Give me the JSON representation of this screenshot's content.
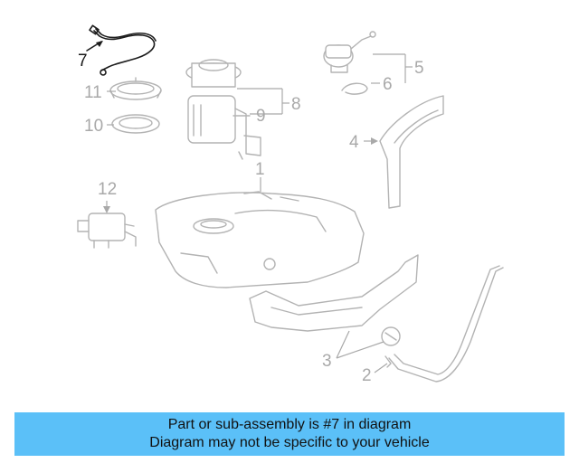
{
  "callouts": {
    "c1": "1",
    "c2": "2",
    "c3": "3",
    "c4": "4",
    "c5": "5",
    "c6": "6",
    "c7": "7",
    "c8": "8",
    "c9": "9",
    "c10": "10",
    "c11": "11",
    "c12": "12"
  },
  "highlighted_part": "7",
  "banner": {
    "line1": "Part or sub-assembly is #7 in diagram",
    "line2": "Diagram may not be specific to your vehicle",
    "background": "#5bc0f8"
  },
  "colors": {
    "part_line": "#b3b3b3",
    "highlight": "#1c1c1c",
    "callout_text": "#a9a9a9"
  }
}
